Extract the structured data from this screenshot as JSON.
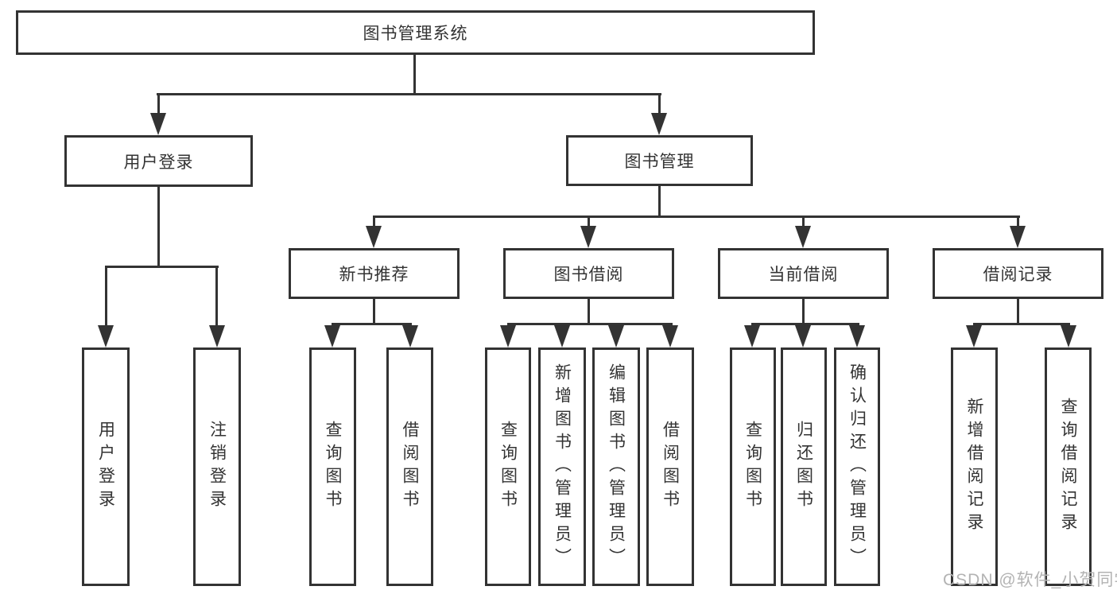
{
  "tree": {
    "root": {
      "label": "图书管理系统"
    },
    "branches": [
      {
        "label": "用户登录",
        "children": [
          {
            "label": "用户登录"
          },
          {
            "label": "注销登录"
          }
        ]
      },
      {
        "label": "图书管理",
        "children": [
          {
            "label": "新书推荐",
            "children": [
              {
                "label": "查询图书"
              },
              {
                "label": "借阅图书"
              }
            ]
          },
          {
            "label": "图书借阅",
            "children": [
              {
                "label": "查询图书"
              },
              {
                "label": "新增图书（管理员）"
              },
              {
                "label": "编辑图书（管理员）"
              },
              {
                "label": "借阅图书"
              }
            ]
          },
          {
            "label": "当前借阅",
            "children": [
              {
                "label": "查询图书"
              },
              {
                "label": "归还图书"
              },
              {
                "label": "确认归还（管理员）"
              }
            ]
          },
          {
            "label": "借阅记录",
            "children": [
              {
                "label": "新增借阅记录"
              },
              {
                "label": "查询借阅记录"
              }
            ]
          }
        ]
      }
    ]
  },
  "watermark": "CSDN @软件_小贺同学",
  "colors": {
    "line": "#333333",
    "text": "#333333",
    "box_background": "#ffffff",
    "page_background": "#ffffff",
    "watermark": "#b3b3b3"
  }
}
